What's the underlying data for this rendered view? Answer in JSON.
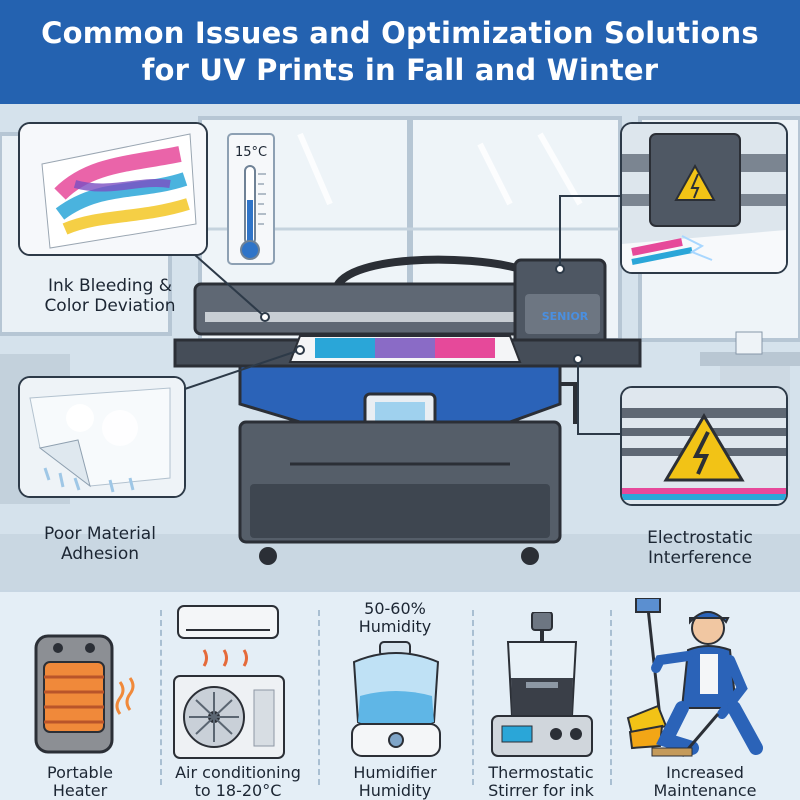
{
  "title": {
    "line1": "Common Issues and Optimization Solutions",
    "line2": "for UV Prints in Fall and Winter"
  },
  "thermometer": {
    "reading": "15°C"
  },
  "printer": {
    "brand": "SENIOR"
  },
  "issues": {
    "ink_bleeding": {
      "line1": "Ink Bleeding &",
      "line2": "Color Deviation"
    },
    "poor_adhesion": {
      "line1": "Poor Material",
      "line2": "Adhesion"
    },
    "electrostatic": {
      "line1": "Electrostatic",
      "line2": "Interference"
    }
  },
  "solutions": {
    "heater": {
      "line1": "Portable",
      "line2": "Heater"
    },
    "ac": {
      "line1": "Air conditioning",
      "line2": "to 18-20°C"
    },
    "humidifier": {
      "top1": "50-60%",
      "top2": "Humidity",
      "line1": "Humidifier",
      "line2": "Humidity"
    },
    "stirrer": {
      "line1": "Thermostatic",
      "line2": "Stirrer for ink"
    },
    "maintenance": {
      "line1": "Increased",
      "line2": "Maintenance"
    }
  },
  "colors": {
    "banner": "#2462b0",
    "printer_blue": "#2b63b8",
    "warning_yellow": "#f2c316"
  }
}
